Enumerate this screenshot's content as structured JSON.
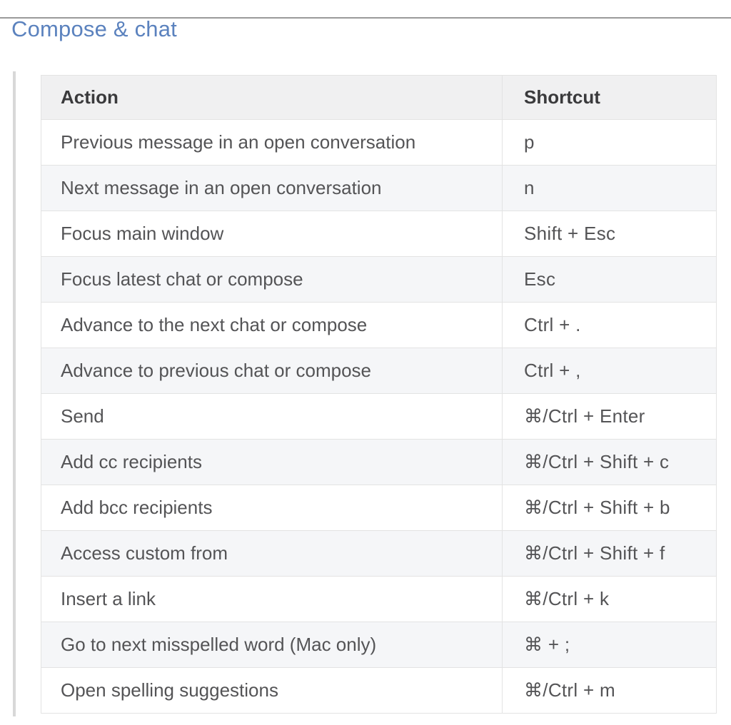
{
  "page": {
    "title": "Compose & chat"
  },
  "colors": {
    "title_accent": "#5b82be",
    "header_row_bg": "#f0f0f1",
    "alt_row_bg": "#f5f6f8",
    "table_border": "#e3e3e3",
    "quote_bar": "#d8d8d8"
  },
  "table": {
    "headers": [
      "Action",
      "Shortcut"
    ],
    "rows": [
      {
        "action": "Previous message in an open conversation",
        "shortcut": "p"
      },
      {
        "action": "Next message in an open conversation",
        "shortcut": "n"
      },
      {
        "action": "Focus main window",
        "shortcut": "Shift + Esc"
      },
      {
        "action": "Focus latest chat or compose",
        "shortcut": "Esc"
      },
      {
        "action": "Advance to the next chat or compose",
        "shortcut": "Ctrl + ."
      },
      {
        "action": "Advance to previous chat or compose",
        "shortcut": "Ctrl + ,"
      },
      {
        "action": "Send",
        "shortcut": "⌘/Ctrl + Enter"
      },
      {
        "action": "Add cc recipients",
        "shortcut": "⌘/Ctrl + Shift + c"
      },
      {
        "action": "Add bcc recipients",
        "shortcut": "⌘/Ctrl + Shift + b"
      },
      {
        "action": "Access custom from",
        "shortcut": "⌘/Ctrl + Shift + f"
      },
      {
        "action": "Insert a link",
        "shortcut": "⌘/Ctrl + k"
      },
      {
        "action": "Go to next misspelled word (Mac only)",
        "shortcut": "⌘ + ;"
      },
      {
        "action": "Open spelling suggestions",
        "shortcut": "⌘/Ctrl + m"
      }
    ]
  }
}
